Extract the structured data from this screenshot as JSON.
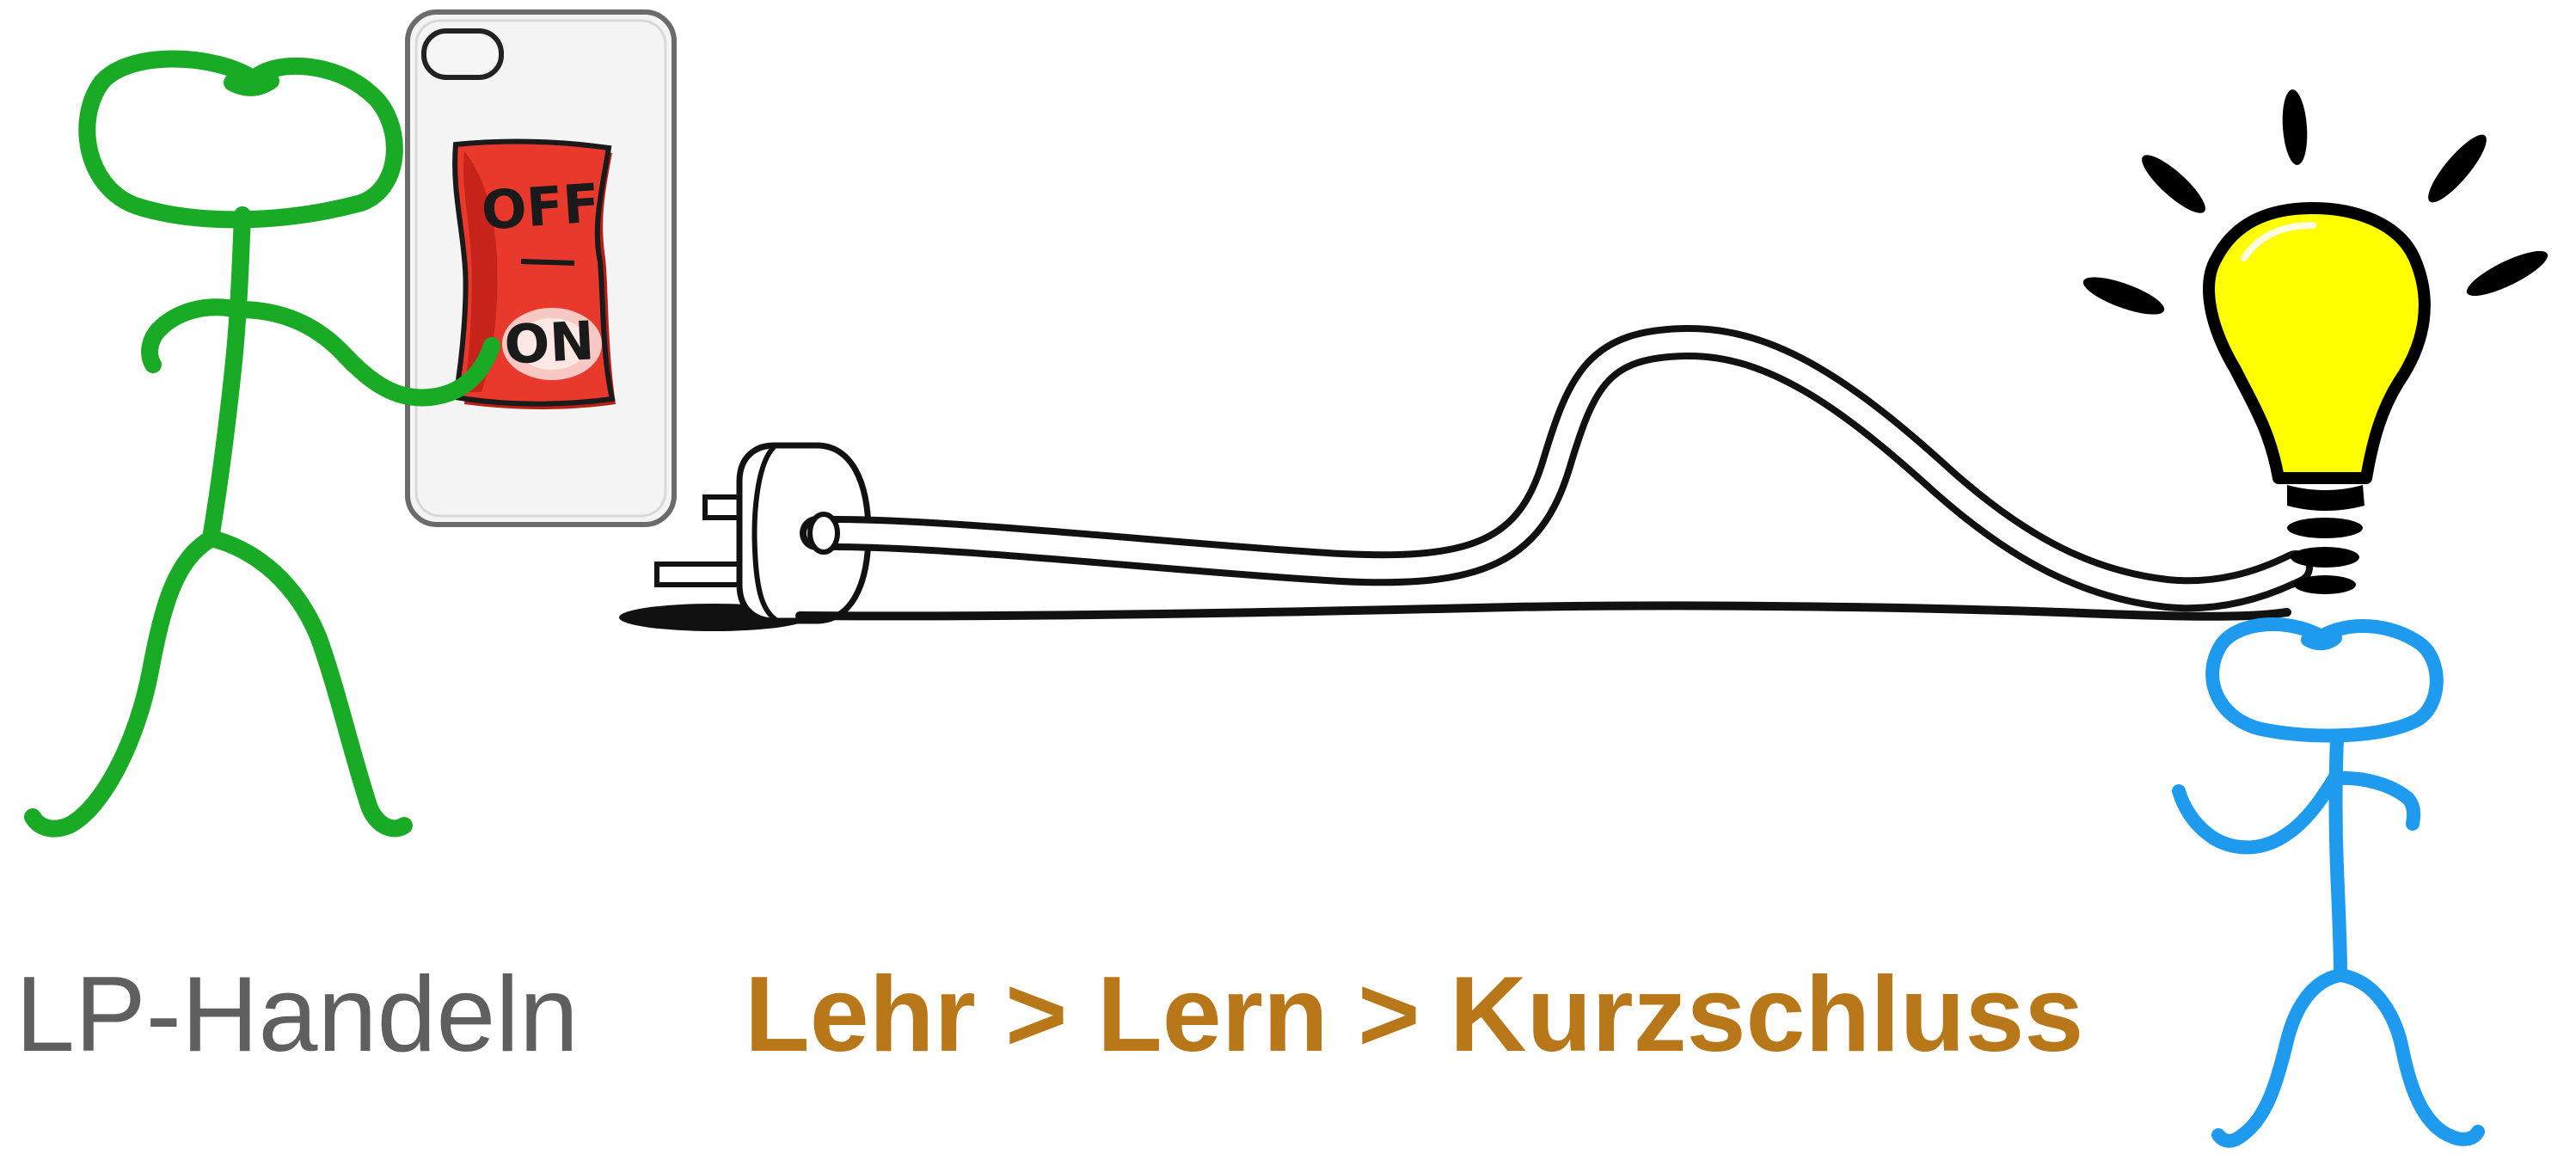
{
  "switch": {
    "off_label": "OFF",
    "on_label": "ON"
  },
  "captions": {
    "left": "LP-Handeln",
    "right": "Lehr > Lern > Kurzschluss"
  },
  "colors": {
    "teacher_figure": "#1aab26",
    "learner_figure": "#1e9bee",
    "switch_red": "#e8392c",
    "bulb_yellow": "#ffff00",
    "caption_left": "#5f5f5f",
    "caption_right": "#b87719",
    "ink": "#000000"
  },
  "icons": {
    "teacher": "stick-figure-icon",
    "switch": "toggle-switch-icon",
    "plug": "power-plug-icon",
    "bulb": "light-bulb-icon",
    "learner": "stick-figure-icon"
  }
}
